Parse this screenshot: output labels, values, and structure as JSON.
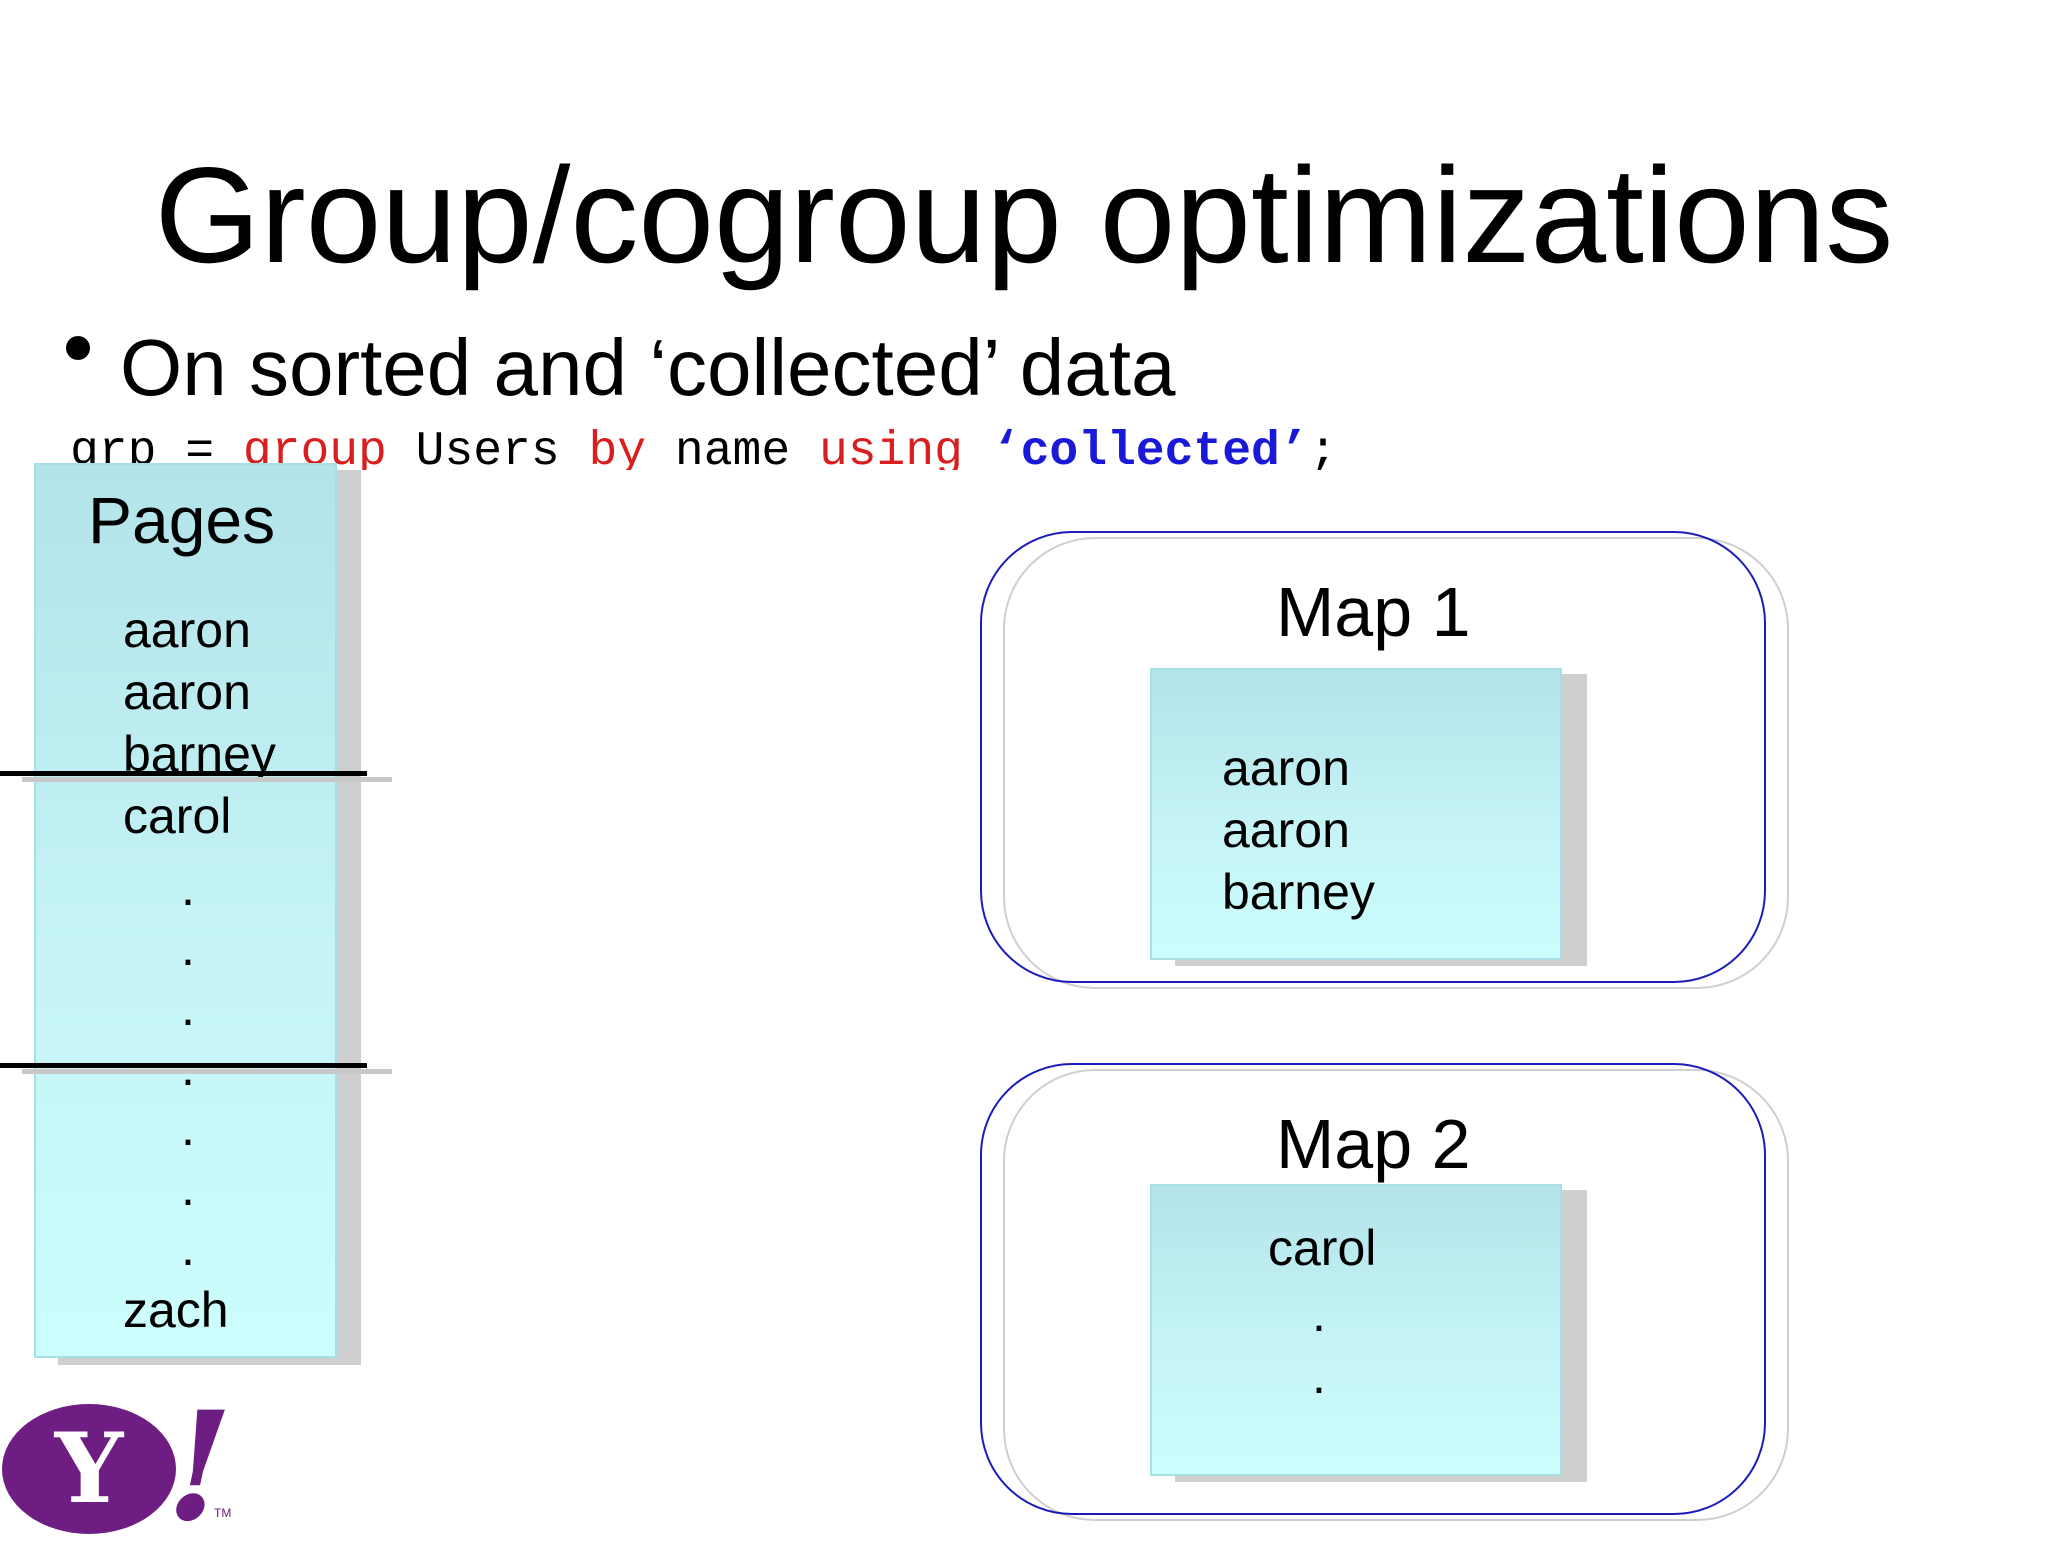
{
  "slide": {
    "title": "Group/cogroup optimizations",
    "bullet": "On sorted and ‘collected’ data"
  },
  "code": {
    "t1": "grp = ",
    "t2": "group",
    "t3": " Users ",
    "t4": "by",
    "t5": " name ",
    "t6": "using",
    "t7": " ",
    "t8": "‘collected’",
    "t9": ";"
  },
  "pages": {
    "title": "Pages",
    "items": [
      "aaron",
      "aaron",
      "barney",
      "carol",
      ".",
      ".",
      ".",
      ".",
      ".",
      ".",
      ".",
      "zach"
    ]
  },
  "map1": {
    "title": "Map 1",
    "items": [
      "aaron",
      "aaron",
      "barney"
    ]
  },
  "map2": {
    "title": "Map 2",
    "items": [
      "carol",
      ".",
      "."
    ]
  },
  "logo": {
    "letter": "Y",
    "bang": "!",
    "tm": "TM"
  },
  "colors": {
    "keyword": "#d81e1e",
    "string": "#1a1ad6",
    "box_fill": "#c7f5f7",
    "frame": "#1c1cb8",
    "logo": "#6e1e82"
  }
}
